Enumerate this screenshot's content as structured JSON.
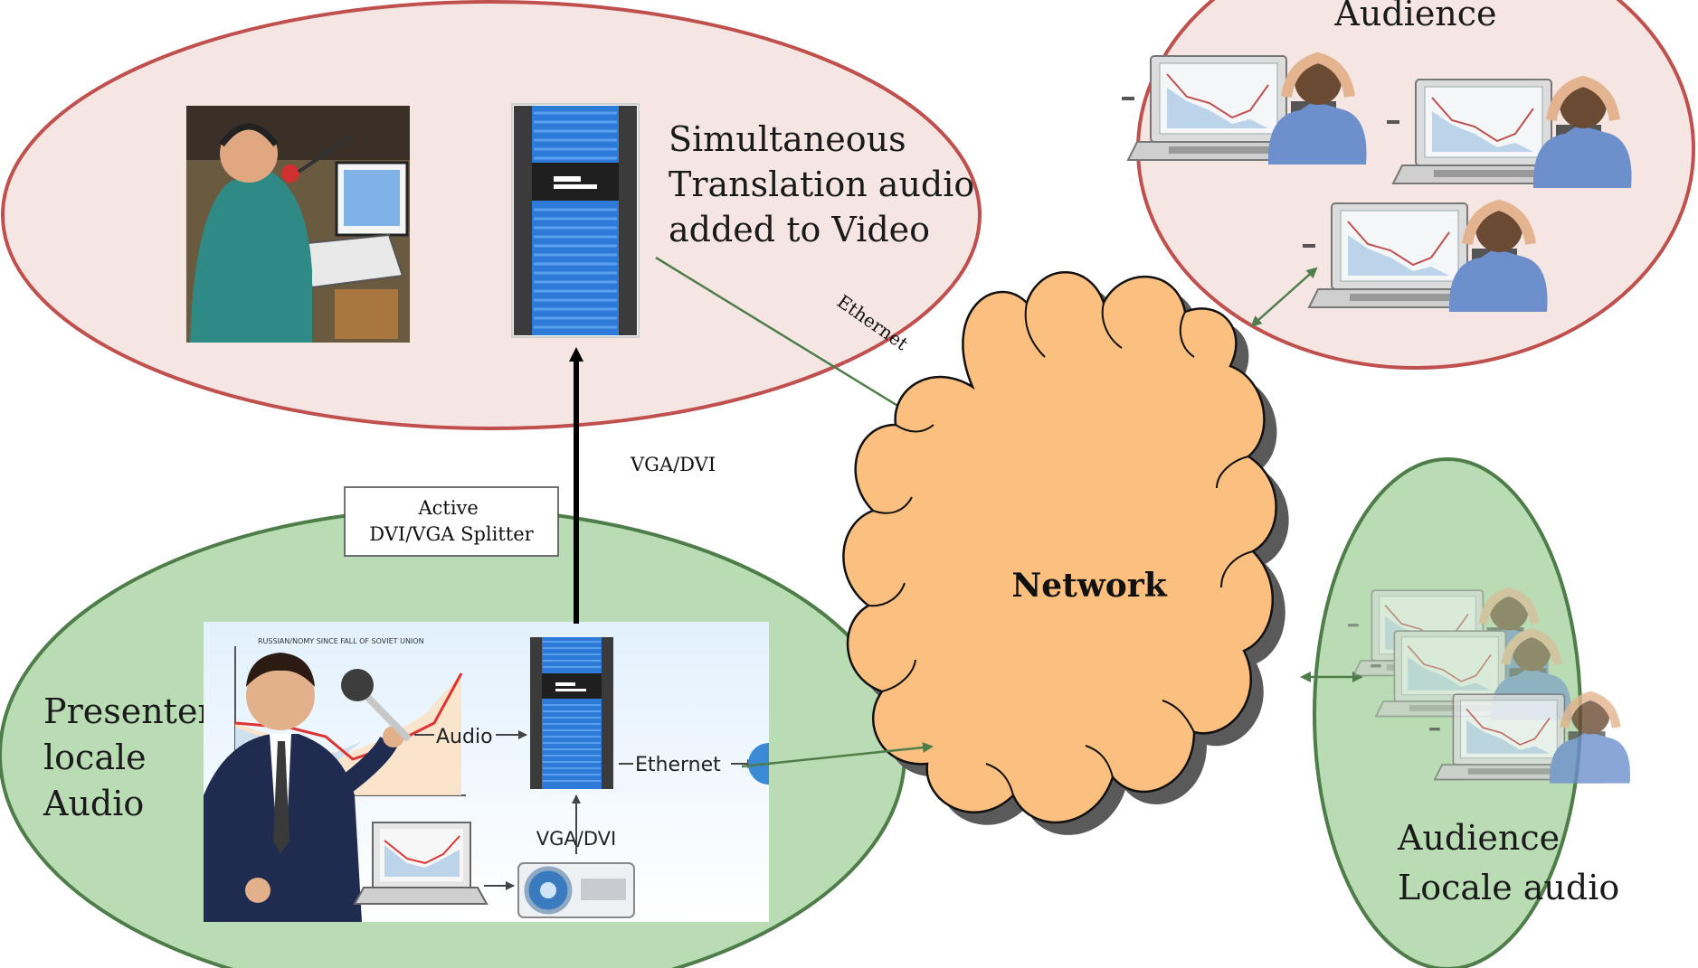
{
  "labels": {
    "translation": [
      "Simultaneous",
      "Translation audio",
      "added to Video"
    ],
    "audience_remote": "Audience",
    "ethernet_top": "Ethernet",
    "vga_dvi_top": "VGA/DVI",
    "splitter": [
      "Active",
      "DVI/VGA Splitter"
    ],
    "network": "Network",
    "presenter": [
      "Presenter",
      "locale",
      "Audio"
    ],
    "audience_local": [
      "Audience",
      "Locale audio"
    ],
    "inner_audio": "Audio",
    "inner_ethernet": "Ethernet",
    "inner_vga_dvi": "VGA/DVI",
    "chart_caption": "RUSSIAN/NOMY SINCE FALL OF SOVIET UNION"
  },
  "colors": {
    "red_ellipse_fill": "#f5e6e4",
    "red_ellipse_stroke": "#c0504d",
    "green_ellipse_fill": "#b9dcb4",
    "green_ellipse_stroke": "#4e7d4a",
    "cloud_fill": "#fbbf7f",
    "server_blue": "#2e7ad9",
    "connector_green": "#4e7d4a"
  }
}
